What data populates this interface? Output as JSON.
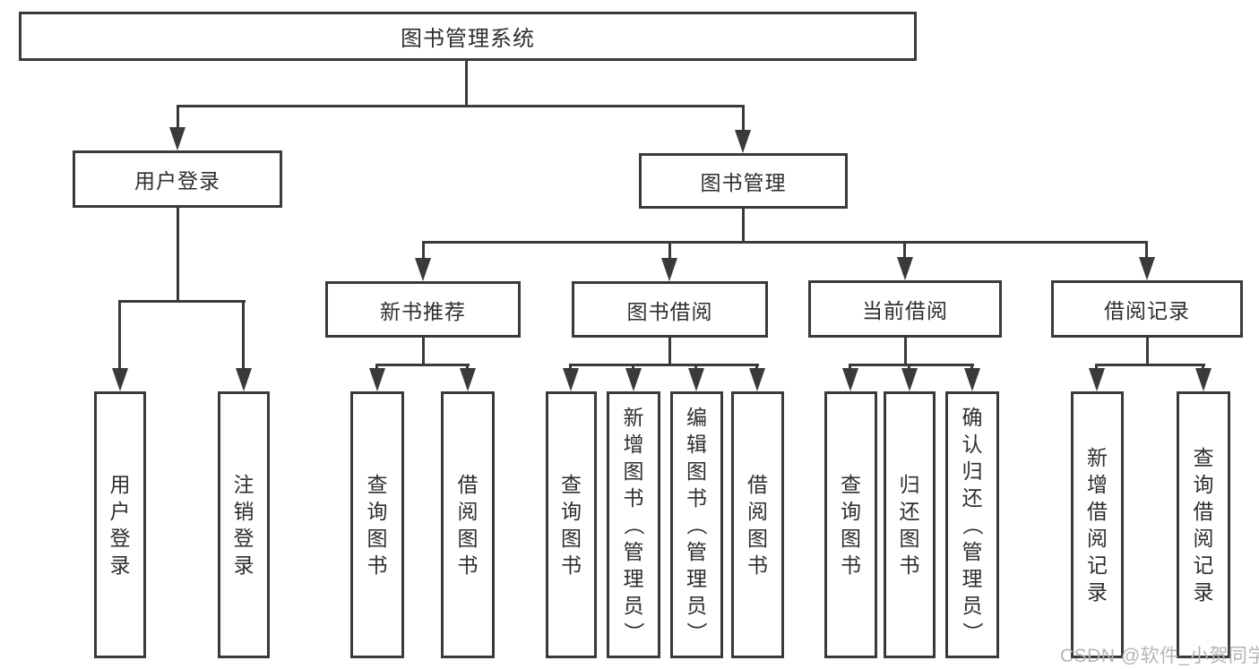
{
  "diagram": {
    "root": {
      "label": "图书管理系统"
    },
    "branches": [
      {
        "label": "用户登录",
        "children": [
          {
            "label": "用户登录"
          },
          {
            "label": "注销登录"
          }
        ]
      },
      {
        "label": "图书管理",
        "children": [
          {
            "label": "新书推荐",
            "children": [
              {
                "label": "查询图书"
              },
              {
                "label": "借阅图书"
              }
            ]
          },
          {
            "label": "图书借阅",
            "children": [
              {
                "label": "查询图书"
              },
              {
                "label": "新增图书（管理员）"
              },
              {
                "label": "编辑图书（管理员）"
              },
              {
                "label": "借阅图书"
              }
            ]
          },
          {
            "label": "当前借阅",
            "children": [
              {
                "label": "查询图书"
              },
              {
                "label": "归还图书"
              },
              {
                "label": "确认归还（管理员）"
              }
            ]
          },
          {
            "label": "借阅记录",
            "children": [
              {
                "label": "新增借阅记录"
              },
              {
                "label": "查询借阅记录"
              }
            ]
          }
        ]
      }
    ]
  },
  "watermark": {
    "text": "CSDN @软件_小贺同学"
  },
  "colors": {
    "line": "#3a3a3a",
    "text": "#2e2e2e",
    "box-bg": "#ffffff",
    "watermark": "#b5b5b5",
    "background": "#ffffff"
  }
}
